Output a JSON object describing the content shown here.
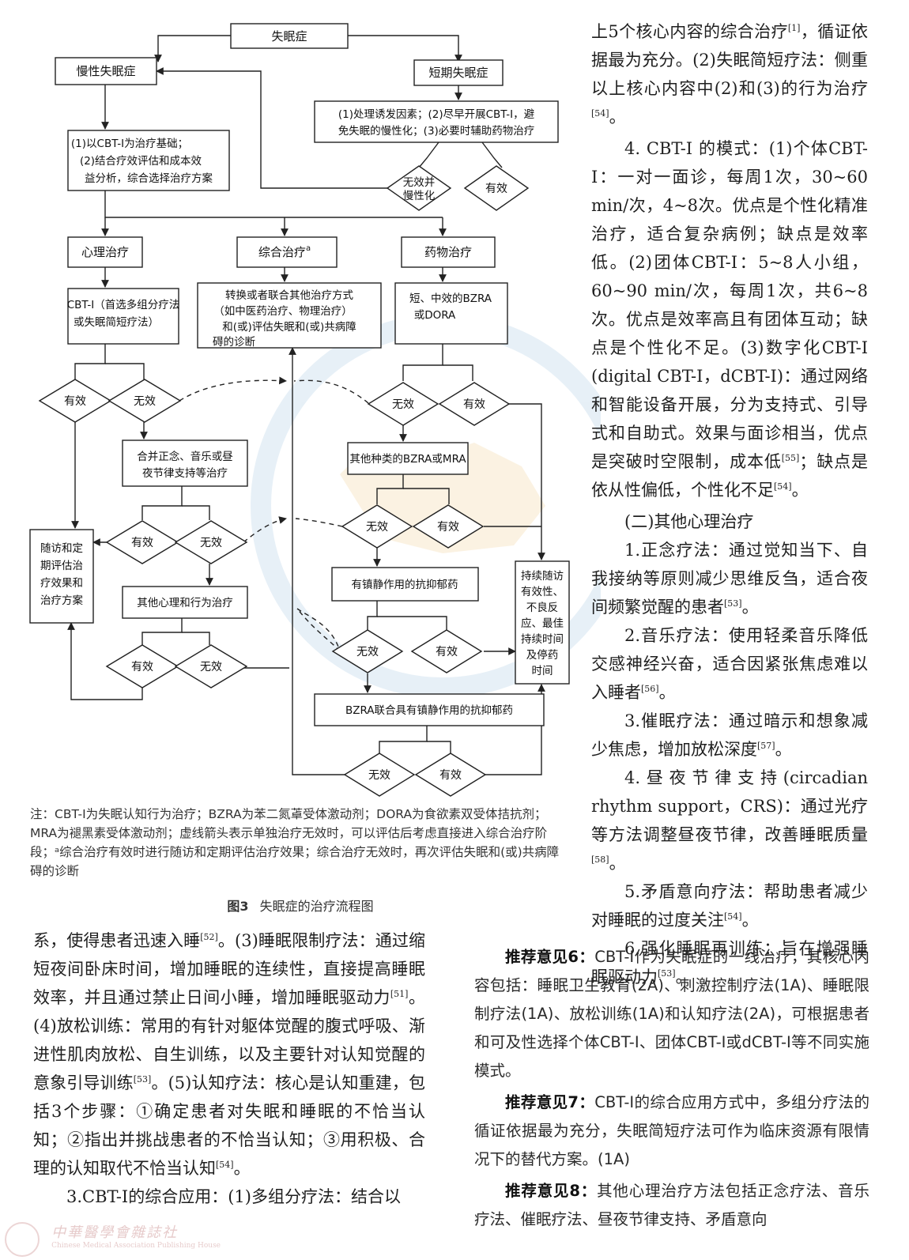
{
  "flowchart": {
    "nodes": {
      "insomnia": "失眠症",
      "chronic": "慢性失眠症",
      "short_term": "短期失眠症",
      "short_measures": [
        "(1)处理诱发因素；(2)尽早开展CBT-I，避",
        "免失眠的慢性化；(3)必要时辅助药物治疗"
      ],
      "chronic_basis": [
        "(1)以CBT-I为治疗基础；",
        "(2)结合疗效评估和成本效",
        "益分析，综合选择治疗方案"
      ],
      "ineffective_chronic": [
        "无效并",
        "慢性化"
      ],
      "effective": "有效",
      "ineffective": "无效",
      "psych": "心理治疗",
      "combined": "综合治疗",
      "combined_sup": "a",
      "drug": "药物治疗",
      "cbti_first": [
        "CBT-I（首选多组分疗法",
        "或失眠简短疗法）"
      ],
      "switch": [
        "转换或者联合其他治疗方式",
        "（如中医药治疗、物理治疗）",
        "和(或)评估失眠和(或)共病障",
        "碍的诊断"
      ],
      "drug_first": [
        "短、中效的BZRA",
        "或DORA"
      ],
      "merge_support": [
        "合并正念、音乐或昼",
        "夜节律支持等治疗"
      ],
      "other_drug": "其他种类的BZRA或MRA",
      "followup": [
        "随访和定",
        "期评估治",
        "疗效果和",
        "治疗方案"
      ],
      "sedative": "有镇静作用的抗抑郁药",
      "other_psych": "其他心理和行为治疗",
      "continue": [
        "持续随访",
        "有效性、",
        "不良反",
        "应、最佳",
        "持续时间",
        "及停药",
        "时间"
      ],
      "bzra_combo": "BZRA联合具有镇静作用的抗抑郁药"
    }
  },
  "figure": {
    "note": "注：CBT-I为失眠认知行为治疗；BZRA为苯二氮䓬受体激动剂；DORA为食欲素双受体拮抗剂；MRA为褪黑素受体激动剂；虚线箭头表示单独治疗无效时，可以评估后考虑直接进入综合治疗阶段；ᵃ综合治疗有效时进行随访和定期评估治疗效果；综合治疗无效时，再次评估失眠和(或)共病障碍的诊断",
    "caption_label": "图3",
    "caption_text": "失眠症的治疗流程图"
  },
  "left_text": {
    "p1": "系，使得患者迅速入睡",
    "p1_ref": "[52]",
    "p1b": "。(3)睡眠限制疗法：通过缩短夜间卧床时间，增加睡眠的连续性，直接提高睡眠效率，并且通过禁止日间小睡，增加睡眠驱动力",
    "p1b_ref": "[51]",
    "p1c": "。(4)放松训练：常用的有针对躯体觉醒的腹式呼吸、渐进性肌肉放松、自生训练，以及主要针对认知觉醒的意象引导训练",
    "p1c_ref": "[53]",
    "p1d": "。(5)认知疗法：核心是认知重建，包括3个步骤：①确定患者对失眠和睡眠的不恰当认知；②指出并挑战患者的不恰当认知；③用积极、合理的认知取代不恰当认知",
    "p1d_ref": "[54]",
    "p1e": "。",
    "p2": "3.CBT-I的综合应用：(1)多组分疗法：结合以"
  },
  "right_text": {
    "p0": "上5个核心内容的综合治疗",
    "p0_ref": "[1]",
    "p0b": "，循证依据最为充分。(2)失眠简短疗法：侧重以上核心内容中(2)和(3)的行为治疗",
    "p0b_ref": "[54]",
    "p0c": "。",
    "p1": "4. CBT-I 的模式：(1)个体CBT-I：一对一面诊，每周1次，30~60 min/次，4~8次。优点是个性化精准治疗，适合复杂病例；缺点是效率低。(2)团体CBT-I：5~8人小组，60~90 min/次，每周1次，共6~8次。优点是效率高且有团体互动；缺点是个性化不足。(3)数字化CBT-I (digital CBT-I，dCBT-I)：通过网络和智能设备开展，分为支持式、引导式和自助式。效果与面诊相当，优点是突破时空限制，成本低",
    "p1_ref": "[55]",
    "p1b": "；缺点是依从性偏低，个性化不足",
    "p1b_ref": "[54]",
    "p1c": "。",
    "heading": "(二)其他心理治疗",
    "m1": "1.正念疗法：通过觉知当下、自我接纳等原则减少思维反刍，适合夜间频繁觉醒的患者",
    "m1_ref": "[53]",
    "m2": "2.音乐疗法：使用轻柔音乐降低交感神经兴奋，适合因紧张焦虑难以入睡者",
    "m2_ref": "[56]",
    "m3": "3.催眠疗法：通过暗示和想象减少焦虑，增加放松深度",
    "m3_ref": "[57]",
    "m4": "4.昼夜节律支持(circadian rhythm support，CRS)：通过光疗等方法调整昼夜节律，改善睡眠质量",
    "m4_ref": "[58]",
    "m5": "5.矛盾意向疗法：帮助患者减少对睡眠的过度关注",
    "m5_ref": "[54]",
    "m6": "6.强化睡眠再训练：旨在增强睡眠驱动力",
    "m6_ref": "[53]",
    "end": "。"
  },
  "recommendations": {
    "r6_label": "推荐意见6：",
    "r6": "CBT-I作为失眠症的一线治疗，其核心内容包括：睡眠卫生教育(2A)、刺激控制疗法(1A)、睡眠限制疗法(1A)、放松训练(1A)和认知疗法(2A)，可根据患者和可及性选择个体CBT-I、团体CBT-I或dCBT-I等不同实施模式。",
    "r7_label": "推荐意见7：",
    "r7": "CBT-I的综合应用方式中，多组分疗法的循证依据最为充分，失眠简短疗法可作为临床资源有限情况下的替代方案。(1A)",
    "r8_label": "推荐意见8：",
    "r8": "其他心理治疗方法包括正念疗法、音乐疗法、催眠疗法、昼夜节律支持、矛盾意向"
  },
  "footer": {
    "logo_text": "中華醫學會雜誌社",
    "logo_sub": "Chinese Medical Association Publishing House"
  }
}
